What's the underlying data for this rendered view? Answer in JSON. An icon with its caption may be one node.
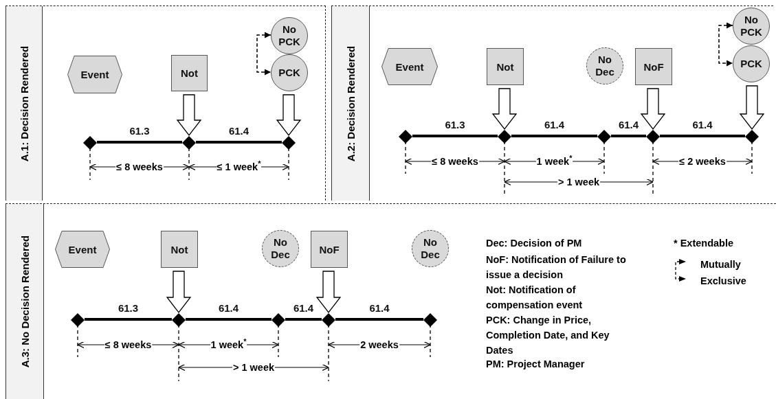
{
  "diagram": {
    "nodes": [
      {
        "text": [
          "A.1: Decision Rendered"
        ]
      },
      {
        "text": [
          "Event"
        ],
        "in": 0
      },
      {
        "text": [
          "Not"
        ],
        "in": 0
      },
      {
        "text": [
          "No PCK"
        ],
        "in": 0
      },
      {
        "text": [
          "PCK"
        ],
        "in": 0
      },
      {
        "text": [],
        "shape": "diamond",
        "in": 0
      },
      {
        "text": [],
        "shape": "diamond",
        "in": 0
      },
      {
        "text": [],
        "shape": "diamond",
        "in": 0
      },
      {
        "text": [
          "A.2: Decision Rendered"
        ]
      },
      {
        "text": [
          "Event"
        ],
        "in": 8
      },
      {
        "text": [
          "Not"
        ],
        "in": 8
      },
      {
        "text": [
          "No Dec"
        ],
        "in": 8
      },
      {
        "text": [
          "NoF"
        ],
        "in": 8
      },
      {
        "text": [
          "No PCK"
        ],
        "in": 8
      },
      {
        "text": [
          "PCK"
        ],
        "in": 8
      },
      {
        "text": [],
        "shape": "diamond",
        "in": 8
      },
      {
        "text": [],
        "shape": "diamond",
        "in": 8
      },
      {
        "text": [],
        "shape": "diamond",
        "in": 8
      },
      {
        "text": [],
        "shape": "diamond",
        "in": 8
      },
      {
        "text": [],
        "shape": "diamond",
        "in": 8
      },
      {
        "text": [
          "A.3: No Decision Rendered"
        ]
      },
      {
        "text": [
          "Event"
        ],
        "in": 20
      },
      {
        "text": [
          "Not"
        ],
        "in": 20
      },
      {
        "text": [
          "No Dec"
        ],
        "in": 20
      },
      {
        "text": [
          "NoF"
        ],
        "in": 20
      },
      {
        "text": [
          "No Dec"
        ],
        "in": 20
      },
      {
        "text": [],
        "shape": "diamond",
        "in": 20
      },
      {
        "text": [],
        "shape": "diamond",
        "in": 20
      },
      {
        "text": [],
        "shape": "diamond",
        "in": 20
      },
      {
        "text": [],
        "shape": "diamond",
        "in": 20
      },
      {
        "text": [],
        "shape": "diamond",
        "in": 20
      }
    ],
    "edges": [
      {
        "from": 2,
        "to": 6,
        "arrow": "to",
        "style": "thick"
      },
      {
        "from": 4,
        "to": 7,
        "arrow": "to",
        "style": "thick"
      },
      {
        "from": 5,
        "to": 6,
        "arrow": "none",
        "label": "61.3"
      },
      {
        "from": 6,
        "to": 7,
        "arrow": "none",
        "label": "61.4"
      },
      {
        "from": 3,
        "to": 4,
        "arrow": "both",
        "style": "dashed"
      },
      {
        "from": 10,
        "to": 16,
        "arrow": "to",
        "style": "thick"
      },
      {
        "from": 12,
        "to": 18,
        "arrow": "to",
        "style": "thick"
      },
      {
        "from": 14,
        "to": 19,
        "arrow": "to",
        "style": "thick"
      },
      {
        "from": 15,
        "to": 16,
        "arrow": "none",
        "label": "61.3"
      },
      {
        "from": 16,
        "to": 17,
        "arrow": "none",
        "label": "61.4"
      },
      {
        "from": 17,
        "to": 18,
        "arrow": "none",
        "label": "61.4"
      },
      {
        "from": 18,
        "to": 19,
        "arrow": "none",
        "label": "61.4"
      },
      {
        "from": 13,
        "to": 14,
        "arrow": "both",
        "style": "dashed"
      },
      {
        "from": 22,
        "to": 27,
        "arrow": "to",
        "style": "thick"
      },
      {
        "from": 24,
        "to": 29,
        "arrow": "to",
        "style": "thick"
      },
      {
        "from": 26,
        "to": 27,
        "arrow": "none",
        "label": "61.3"
      },
      {
        "from": 27,
        "to": 28,
        "arrow": "none",
        "label": "61.4"
      },
      {
        "from": 28,
        "to": 29,
        "arrow": "none",
        "label": "61.4"
      },
      {
        "from": 29,
        "to": 30,
        "arrow": "none",
        "label": "61.4"
      }
    ],
    "labels": [
      "≤ 8 weeks",
      "≤ 1 week$^{*}$",
      "≤ 8 weeks",
      "1 week$^{*}$",
      "≤ 2 weeks",
      "> 1 week",
      "≤ 8 weeks",
      "1 week$^{*}$",
      "2 weeks",
      "> 1 week",
      "Dec: Decision of PM",
      "NoF: Notification of Failure to issue a decision",
      "Not: Notification of compensation event",
      "PCK: Change in Price, Completion Date, and Key Dates",
      "PM: Project Manager",
      "* Extendable"
    ],
    "legend": [
      {
        "text": "Mutually Exclusive"
      }
    ]
  }
}
